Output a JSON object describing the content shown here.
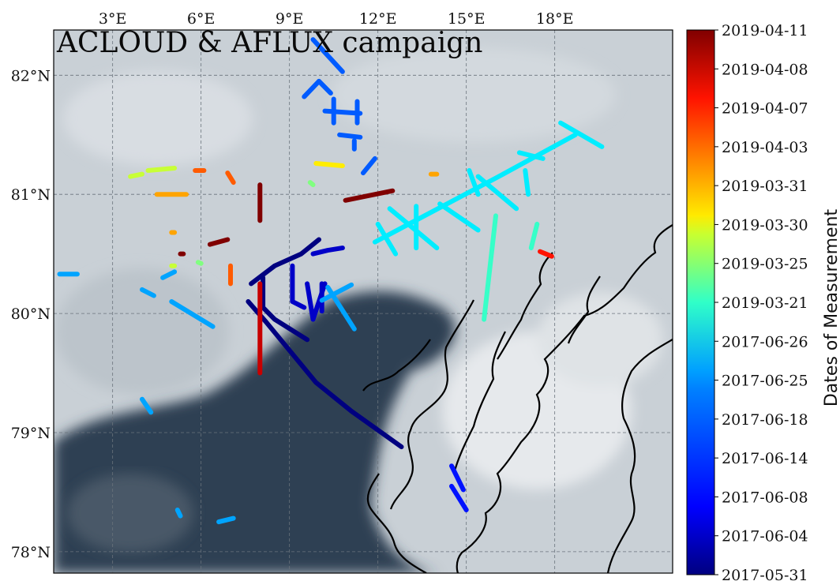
{
  "map": {
    "title": "ACLOUD & AFLUX campaign",
    "lon_range": [
      1.0,
      22.0
    ],
    "lat_range": [
      77.82,
      82.38
    ],
    "lon_ticks": [
      "3°E",
      "6°E",
      "9°E",
      "12°E",
      "15°E",
      "18°E"
    ],
    "lon_tick_values": [
      3,
      6,
      9,
      12,
      15,
      18
    ],
    "lat_ticks": [
      "82°N",
      "81°N",
      "80°N",
      "79°N",
      "78°N"
    ],
    "lat_tick_values": [
      82,
      81,
      80,
      79,
      78
    ],
    "grid": true,
    "colors": {
      "ice": "#c9d0d6",
      "ocean": "#2f4152",
      "coast": "#000000"
    }
  },
  "colorbar": {
    "label": "Dates of Measurement",
    "dates": [
      "2017-05-31",
      "2017-06-04",
      "2017-06-08",
      "2017-06-14",
      "2017-06-18",
      "2017-06-25",
      "2017-06-26",
      "2019-03-21",
      "2019-03-25",
      "2019-03-30",
      "2019-03-31",
      "2019-04-03",
      "2019-04-07",
      "2019-04-08",
      "2019-04-11"
    ],
    "colormap": "jet"
  },
  "tracks": [
    {
      "date": "2017-05-31",
      "pts": [
        [
          7.6,
          80.1
        ],
        [
          8.2,
          79.93
        ],
        [
          9.9,
          79.42
        ],
        [
          11.1,
          79.18
        ],
        [
          12.8,
          78.88
        ]
      ]
    },
    {
      "date": "2017-05-31",
      "pts": [
        [
          7.7,
          80.25
        ],
        [
          8.5,
          80.4
        ],
        [
          9.4,
          80.5
        ],
        [
          10.0,
          80.62
        ]
      ]
    },
    {
      "date": "2017-05-31",
      "pts": [
        [
          8.1,
          80.3
        ],
        [
          8.1,
          80.05
        ],
        [
          8.5,
          79.95
        ],
        [
          9.6,
          79.78
        ]
      ]
    },
    {
      "date": "2017-06-04",
      "pts": [
        [
          9.1,
          80.4
        ],
        [
          9.1,
          80.1
        ],
        [
          9.5,
          80.05
        ]
      ]
    },
    {
      "date": "2017-06-04",
      "pts": [
        [
          9.8,
          80.5
        ],
        [
          10.3,
          80.53
        ],
        [
          10.8,
          80.55
        ]
      ]
    },
    {
      "date": "2017-06-04",
      "pts": [
        [
          9.6,
          80.25
        ],
        [
          9.8,
          79.95
        ],
        [
          10.2,
          80.25
        ]
      ]
    },
    {
      "date": "2017-06-04",
      "pts": [
        [
          10.1,
          80.25
        ],
        [
          10.1,
          80.02
        ]
      ]
    },
    {
      "date": "2017-06-08",
      "pts": [
        [
          14.5,
          78.72
        ],
        [
          14.9,
          78.52
        ]
      ]
    },
    {
      "date": "2017-06-08",
      "pts": [
        [
          14.5,
          78.55
        ],
        [
          15.0,
          78.35
        ]
      ]
    },
    {
      "date": "2017-06-14",
      "pts": [
        [
          9.5,
          81.82
        ],
        [
          10.0,
          81.95
        ]
      ]
    },
    {
      "date": "2017-06-14",
      "pts": [
        [
          10.0,
          81.95
        ],
        [
          10.4,
          81.85
        ]
      ]
    },
    {
      "date": "2017-06-14",
      "pts": [
        [
          10.2,
          81.7
        ],
        [
          11.4,
          81.68
        ]
      ]
    },
    {
      "date": "2017-06-14",
      "pts": [
        [
          10.7,
          81.5
        ],
        [
          11.4,
          81.48
        ]
      ]
    },
    {
      "date": "2017-06-14",
      "pts": [
        [
          11.2,
          81.45
        ],
        [
          11.2,
          81.38
        ]
      ]
    },
    {
      "date": "2017-06-14",
      "pts": [
        [
          11.5,
          81.18
        ],
        [
          11.9,
          81.3
        ]
      ]
    },
    {
      "date": "2017-06-14",
      "pts": [
        [
          10.5,
          81.8
        ],
        [
          10.5,
          81.6
        ]
      ]
    },
    {
      "date": "2017-06-14",
      "pts": [
        [
          11.3,
          81.78
        ],
        [
          11.3,
          81.6
        ]
      ]
    },
    {
      "date": "2017-06-14",
      "pts": [
        [
          9.8,
          82.3
        ],
        [
          10.8,
          82.03
        ]
      ]
    },
    {
      "date": "2017-06-18",
      "pts": [
        [
          5.0,
          80.1
        ],
        [
          6.4,
          79.89
        ]
      ]
    },
    {
      "date": "2017-06-18",
      "pts": [
        [
          4.0,
          79.28
        ],
        [
          4.3,
          79.17
        ]
      ]
    },
    {
      "date": "2017-06-18",
      "pts": [
        [
          5.1,
          80.35
        ],
        [
          4.7,
          80.3
        ]
      ]
    },
    {
      "date": "2017-06-18",
      "pts": [
        [
          4.0,
          80.2
        ],
        [
          4.4,
          80.15
        ]
      ]
    },
    {
      "date": "2017-06-18",
      "pts": [
        [
          10.3,
          80.22
        ],
        [
          11.2,
          79.87
        ]
      ]
    },
    {
      "date": "2017-06-18",
      "pts": [
        [
          10.1,
          80.11
        ],
        [
          11.1,
          80.24
        ]
      ]
    },
    {
      "date": "2017-06-18",
      "pts": [
        [
          1.2,
          80.33
        ],
        [
          1.8,
          80.33
        ]
      ]
    },
    {
      "date": "2017-06-18",
      "pts": [
        [
          6.6,
          78.25
        ],
        [
          7.1,
          78.28
        ]
      ]
    },
    {
      "date": "2017-06-18",
      "pts": [
        [
          5.2,
          78.35
        ],
        [
          5.3,
          78.3
        ]
      ]
    },
    {
      "date": "2017-06-25",
      "pts": [
        [
          11.9,
          80.6
        ],
        [
          16.1,
          81.15
        ],
        [
          18.7,
          81.5
        ]
      ]
    },
    {
      "date": "2017-06-25",
      "pts": [
        [
          12.0,
          80.75
        ],
        [
          12.6,
          80.5
        ]
      ]
    },
    {
      "date": "2017-06-25",
      "pts": [
        [
          12.4,
          80.88
        ],
        [
          14.0,
          80.55
        ]
      ]
    },
    {
      "date": "2017-06-25",
      "pts": [
        [
          14.1,
          80.92
        ],
        [
          15.4,
          80.7
        ]
      ]
    },
    {
      "date": "2017-06-25",
      "pts": [
        [
          15.4,
          81.15
        ],
        [
          16.7,
          80.88
        ]
      ]
    },
    {
      "date": "2017-06-25",
      "pts": [
        [
          16.8,
          81.35
        ],
        [
          17.6,
          81.3
        ]
      ]
    },
    {
      "date": "2017-06-25",
      "pts": [
        [
          18.2,
          81.6
        ],
        [
          19.6,
          81.4
        ]
      ]
    },
    {
      "date": "2017-06-25",
      "pts": [
        [
          13.3,
          80.9
        ],
        [
          13.3,
          80.55
        ]
      ]
    },
    {
      "date": "2017-06-25",
      "pts": [
        [
          15.1,
          81.2
        ],
        [
          15.4,
          81.0
        ]
      ]
    },
    {
      "date": "2017-06-25",
      "pts": [
        [
          17.0,
          81.2
        ],
        [
          17.1,
          81.0
        ]
      ]
    },
    {
      "date": "2017-06-26",
      "pts": [
        [
          16.0,
          80.82
        ],
        [
          15.6,
          79.95
        ]
      ]
    },
    {
      "date": "2017-06-26",
      "pts": [
        [
          17.4,
          80.75
        ],
        [
          17.2,
          80.55
        ]
      ]
    },
    {
      "date": "2019-03-21",
      "pts": [
        [
          9.7,
          81.1
        ],
        [
          9.8,
          81.08
        ]
      ]
    },
    {
      "date": "2019-03-21",
      "pts": [
        [
          5.9,
          80.43
        ],
        [
          6.0,
          80.42
        ]
      ]
    },
    {
      "date": "2019-03-25",
      "pts": [
        [
          3.6,
          81.15
        ],
        [
          4.0,
          81.17
        ]
      ]
    },
    {
      "date": "2019-03-25",
      "pts": [
        [
          4.2,
          81.2
        ],
        [
          5.1,
          81.22
        ]
      ]
    },
    {
      "date": "2019-03-25",
      "pts": [
        [
          5.0,
          80.4
        ],
        [
          5.1,
          80.4
        ]
      ]
    },
    {
      "date": "2019-03-30",
      "pts": [
        [
          9.9,
          81.26
        ],
        [
          10.8,
          81.24
        ]
      ]
    },
    {
      "date": "2019-03-31",
      "pts": [
        [
          4.5,
          81.0
        ],
        [
          5.5,
          81.0
        ]
      ]
    },
    {
      "date": "2019-03-31",
      "pts": [
        [
          5.0,
          80.68
        ],
        [
          5.1,
          80.68
        ]
      ]
    },
    {
      "date": "2019-03-31",
      "pts": [
        [
          13.8,
          81.17
        ],
        [
          14.0,
          81.17
        ]
      ]
    },
    {
      "date": "2019-04-03",
      "pts": [
        [
          5.8,
          81.2
        ],
        [
          6.1,
          81.2
        ]
      ]
    },
    {
      "date": "2019-04-03",
      "pts": [
        [
          6.9,
          81.18
        ],
        [
          7.1,
          81.1
        ]
      ]
    },
    {
      "date": "2019-04-03",
      "pts": [
        [
          7.0,
          80.4
        ],
        [
          7.0,
          80.25
        ]
      ]
    },
    {
      "date": "2019-04-07",
      "pts": [
        [
          17.5,
          80.52
        ],
        [
          17.9,
          80.48
        ]
      ]
    },
    {
      "date": "2019-04-08",
      "pts": [
        [
          8.0,
          80.25
        ],
        [
          8.0,
          79.5
        ]
      ]
    },
    {
      "date": "2019-04-11",
      "pts": [
        [
          8.0,
          81.08
        ],
        [
          8.0,
          80.78
        ]
      ]
    },
    {
      "date": "2019-04-11",
      "pts": [
        [
          10.9,
          80.95
        ],
        [
          12.5,
          81.03
        ]
      ]
    },
    {
      "date": "2019-04-11",
      "pts": [
        [
          6.3,
          80.58
        ],
        [
          6.9,
          80.62
        ]
      ]
    },
    {
      "date": "2019-04-11",
      "pts": [
        [
          5.3,
          80.5
        ],
        [
          5.4,
          80.5
        ]
      ]
    }
  ]
}
